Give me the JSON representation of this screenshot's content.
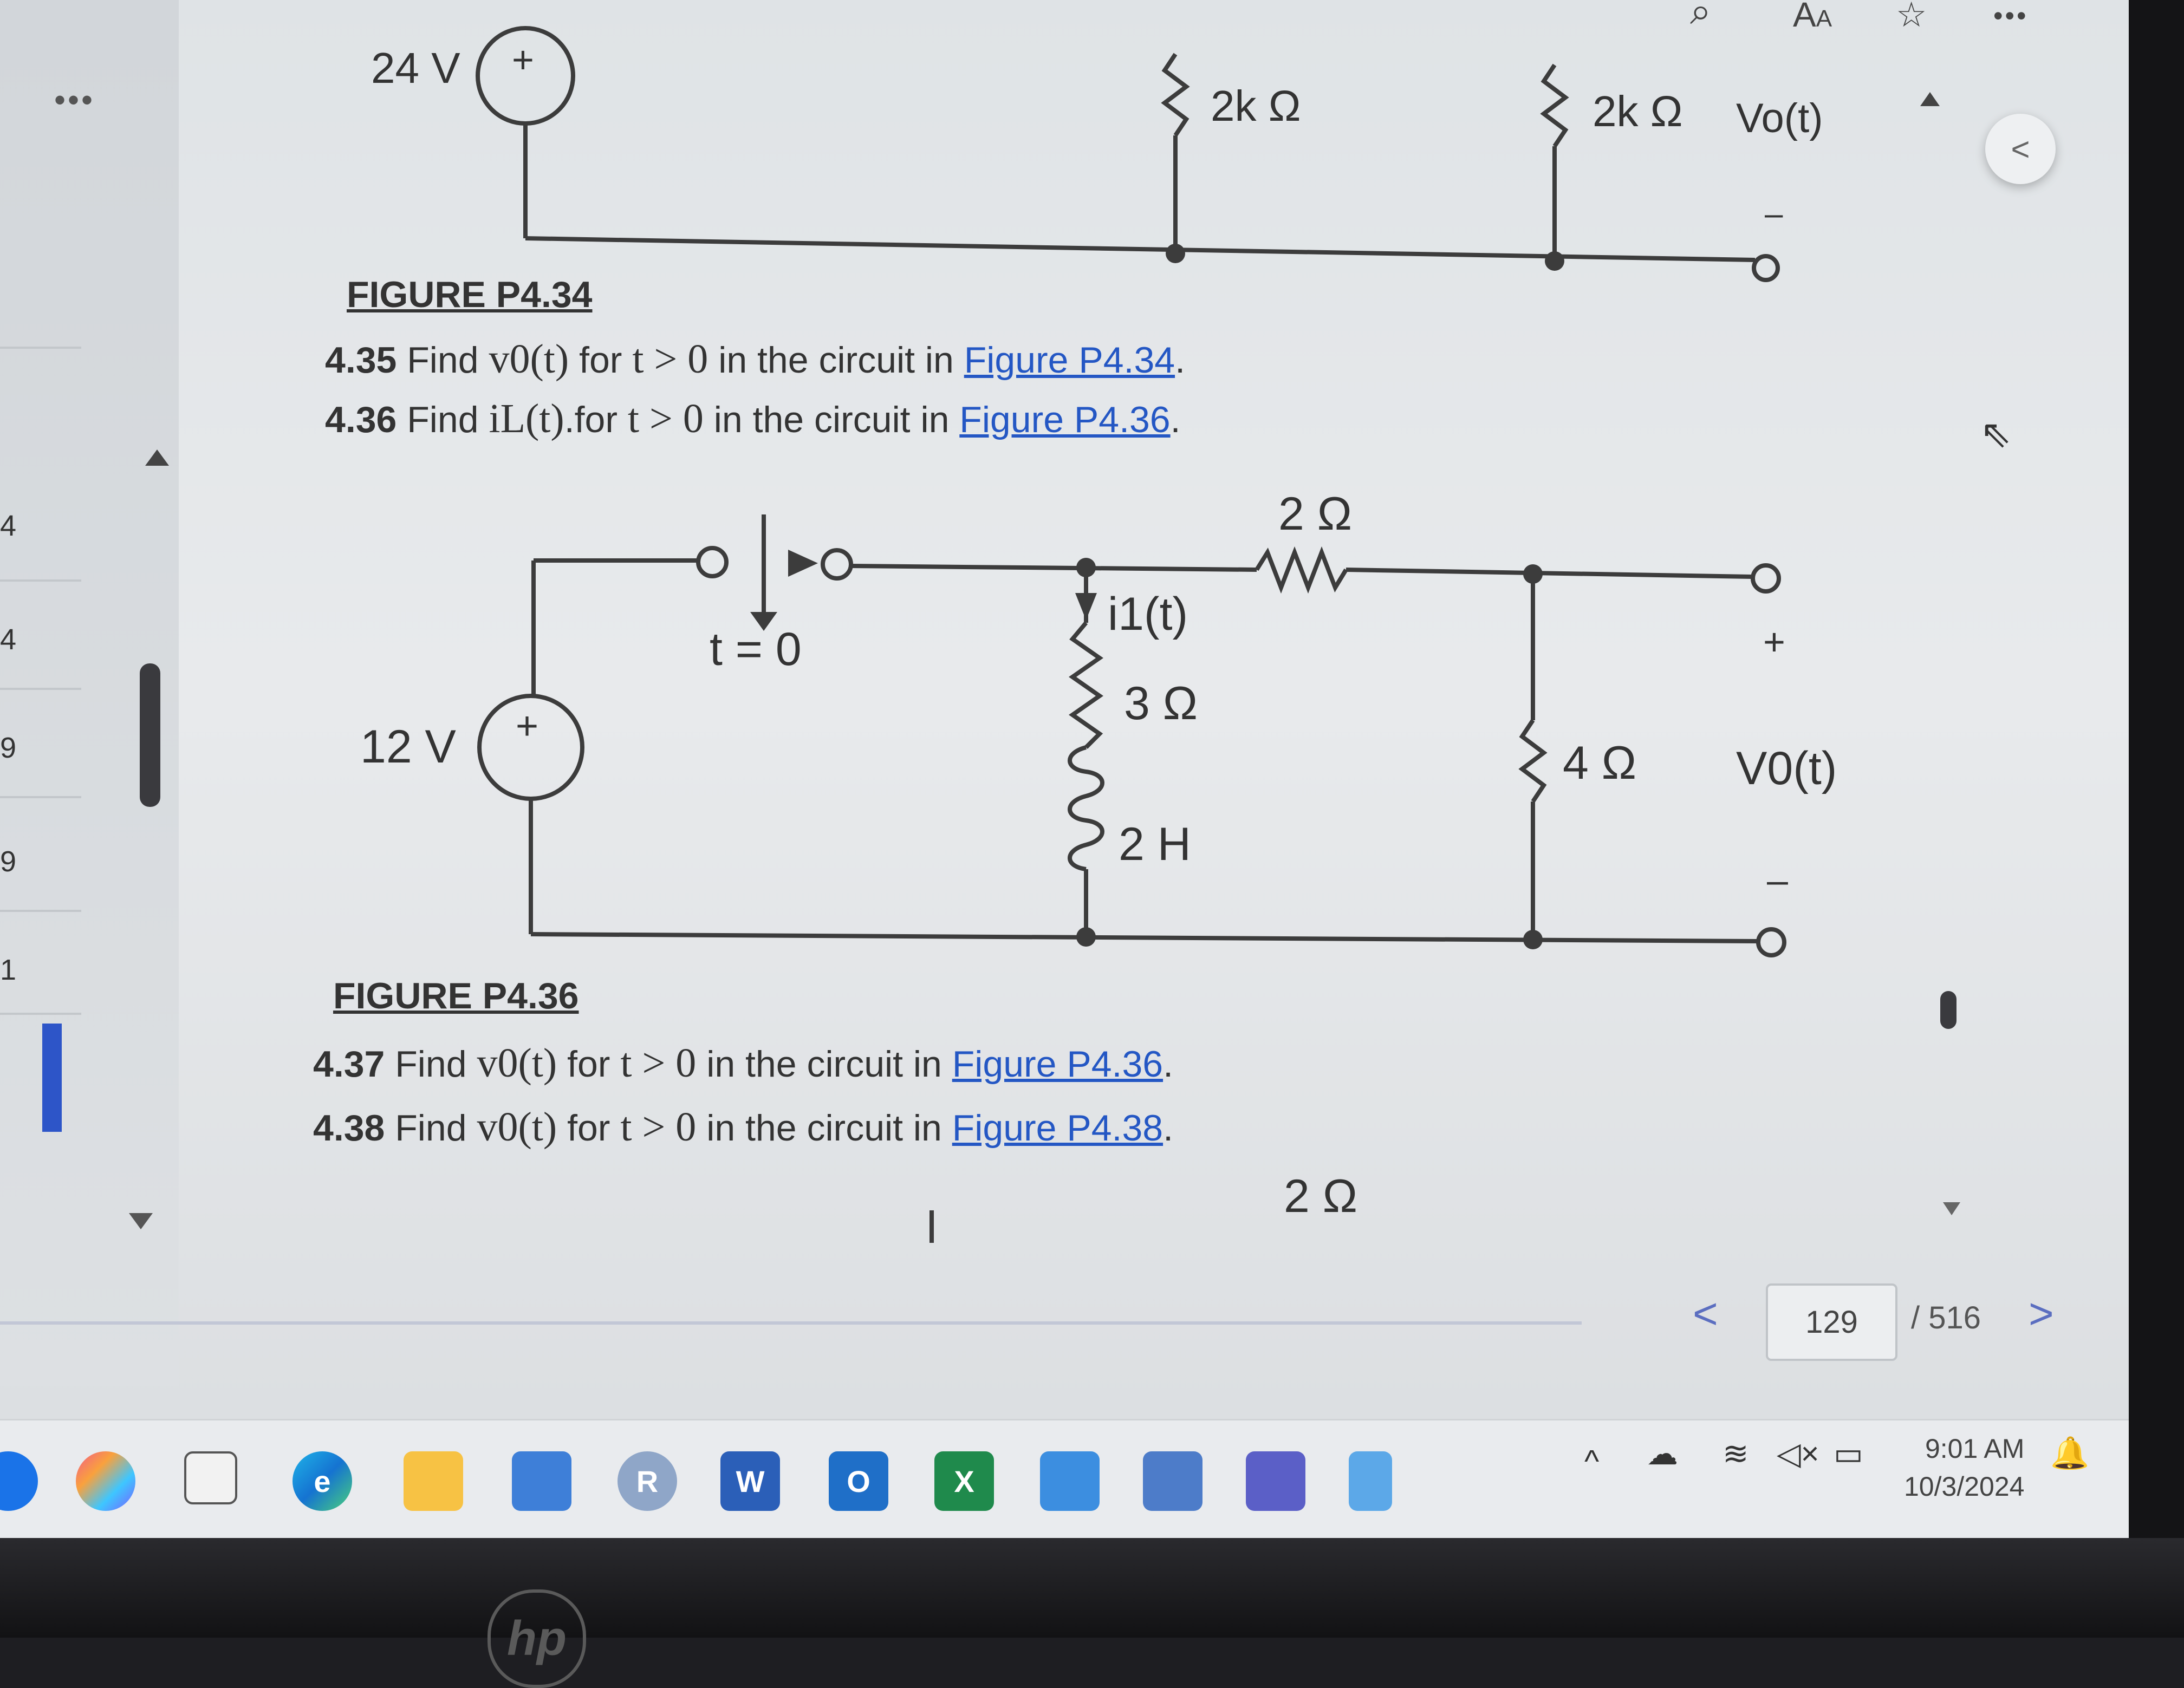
{
  "toolbar": {
    "menu_icon": "more-dots-icon",
    "search_icon": "search-icon",
    "read_aloud_icon": "read-aloud-icon",
    "favorites_icon": "add-favorites-icon",
    "more_icon": "more-dots-icon"
  },
  "sidebar": {
    "thumb_numbers": [
      "4",
      "4",
      "9",
      "9",
      "1"
    ]
  },
  "figure_top": {
    "source_label": "24 V",
    "resistor1_label": "2k Ω",
    "resistor2_label": "2k Ω",
    "output_label": "Vo(t)",
    "minus_label": "–",
    "caption": "FIGURE P4.34"
  },
  "problems_a": [
    {
      "num": "4.35",
      "pre": "Find ",
      "math": "v0(t)",
      "mid": " for ",
      "cond": "t > 0",
      "post": " in the circuit in ",
      "link": "Figure P4.34",
      "end": "."
    },
    {
      "num": "4.36",
      "pre": "Find ",
      "math": "iL(t)",
      "mid": ".for ",
      "cond": "t > 0",
      "post": " in the circuit in ",
      "link": "Figure P4.36",
      "end": "."
    }
  ],
  "figure_main": {
    "source_label": "12 V",
    "plus": "+",
    "switch_label": "t = 0",
    "current_label": "i1(t)",
    "r_series_label": "2 Ω",
    "r_branch_label": "3 Ω",
    "l_label": "2 H",
    "r_load_label": "4 Ω",
    "out_plus": "+",
    "out_label": "V0(t)",
    "out_minus": "–",
    "caption": "FIGURE P4.36"
  },
  "problems_b": [
    {
      "num": "4.37",
      "pre": "Find ",
      "math": "v0(t)",
      "mid": " for ",
      "cond": "t > 0",
      "post": " in the circuit in ",
      "link": "Figure P4.36",
      "end": "."
    },
    {
      "num": "4.38",
      "pre": "Find ",
      "math": "v0(t)",
      "mid": " for ",
      "cond": "t > 0",
      "post": " in the circuit in ",
      "link": "Figure P4.38",
      "end": "."
    }
  ],
  "next_fig_label": "2 Ω",
  "pager": {
    "current": "129",
    "total": "/ 516",
    "prev": "<",
    "next": ">"
  },
  "collapse": "<",
  "taskbar": {
    "apps": [
      "copilot",
      "task-view",
      "edge",
      "file-explorer",
      "calendar",
      "R",
      "W",
      "O",
      "X",
      "store",
      "remote",
      "teams",
      "notepad"
    ],
    "tray_caret": "^",
    "time": "9:01 AM",
    "date": "10/3/2024"
  },
  "brand": "hp"
}
